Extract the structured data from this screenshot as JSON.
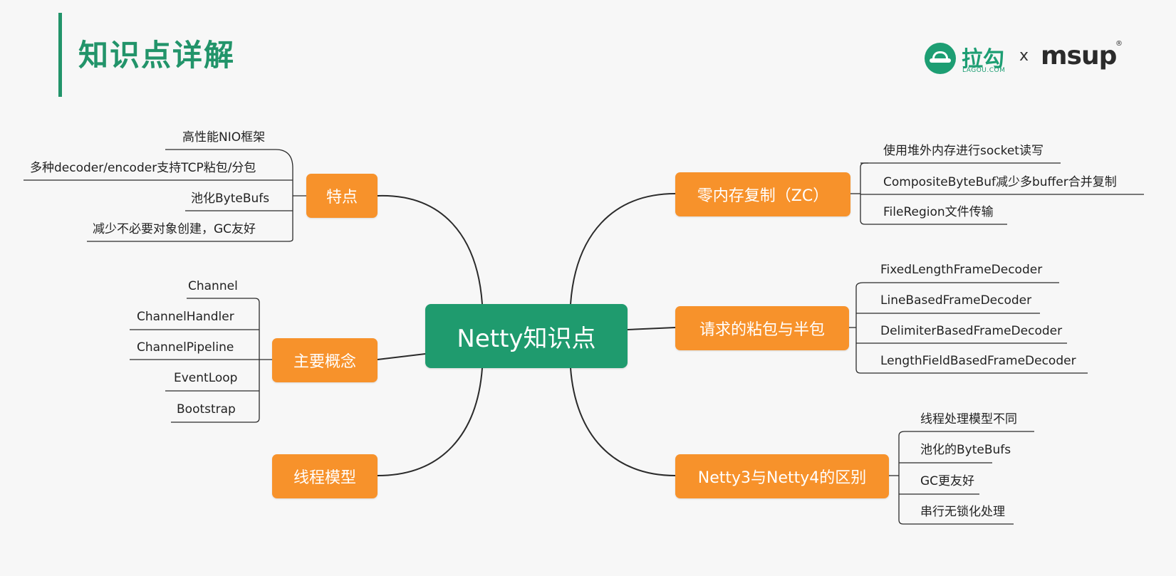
{
  "header": {
    "title": "知识点详解",
    "logo": {
      "lagou": "拉勾",
      "lagou_domain": "LAGOU.COM",
      "separator": "x",
      "msup": "msup",
      "registered": "®"
    }
  },
  "mindmap": {
    "center": "Netty知识点",
    "branches": [
      {
        "label": "特点",
        "side": "left",
        "items": [
          "高性能NIO框架",
          "多种decoder/encoder支持TCP粘包/分包",
          "池化ByteBufs",
          "减少不必要对象创建，GC友好"
        ]
      },
      {
        "label": "主要概念",
        "side": "left",
        "items": [
          "Channel",
          "ChannelHandler",
          "ChannelPipeline",
          "EventLoop",
          "Bootstrap"
        ]
      },
      {
        "label": "线程模型",
        "side": "left",
        "items": []
      },
      {
        "label": "零内存复制（ZC）",
        "side": "right",
        "items": [
          "使用堆外内存进行socket读写",
          "CompositeByteBuf减少多buffer合并复制",
          "FileRegion文件传输"
        ]
      },
      {
        "label": "请求的粘包与半包",
        "side": "right",
        "items": [
          "FixedLengthFrameDecoder",
          "LineBasedFrameDecoder",
          "DelimiterBasedFrameDecoder",
          "LengthFieldBasedFrameDecoder"
        ]
      },
      {
        "label": "Netty3与Netty4的区别",
        "side": "right",
        "items": [
          "线程处理模型不同",
          "池化的ByteBufs",
          "GC更友好",
          "串行无锁化处理"
        ]
      }
    ]
  },
  "colors": {
    "accent_green": "#1f9b6e",
    "branch_orange": "#f7922b",
    "line": "#2b2b2b"
  }
}
